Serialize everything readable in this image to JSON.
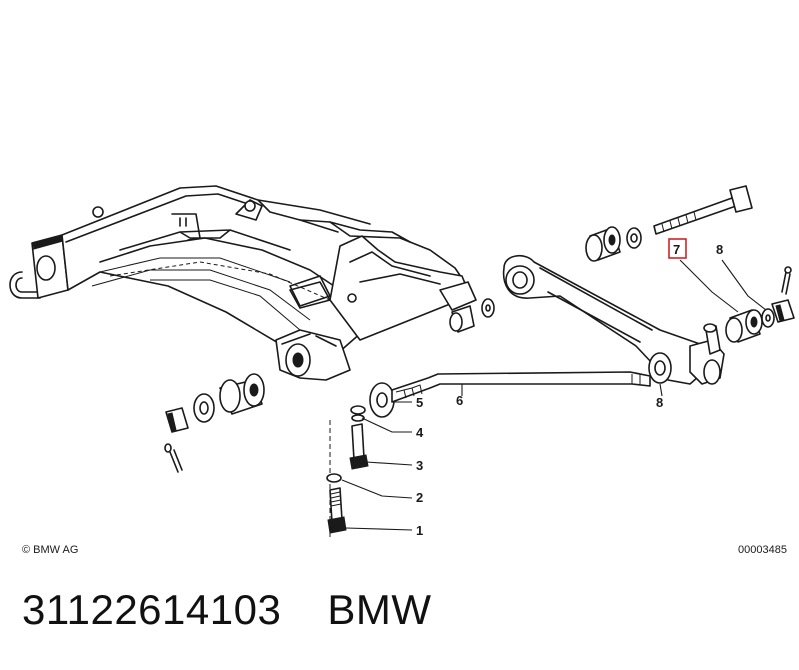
{
  "copyright": "© BMW AG",
  "drawing_id": "00003485",
  "part_number": "31122614103",
  "brand": "BMW",
  "callouts": [
    "1",
    "2",
    "3",
    "4",
    "5",
    "6",
    "7",
    "8",
    "8"
  ],
  "highlight_color": "#d0232a"
}
